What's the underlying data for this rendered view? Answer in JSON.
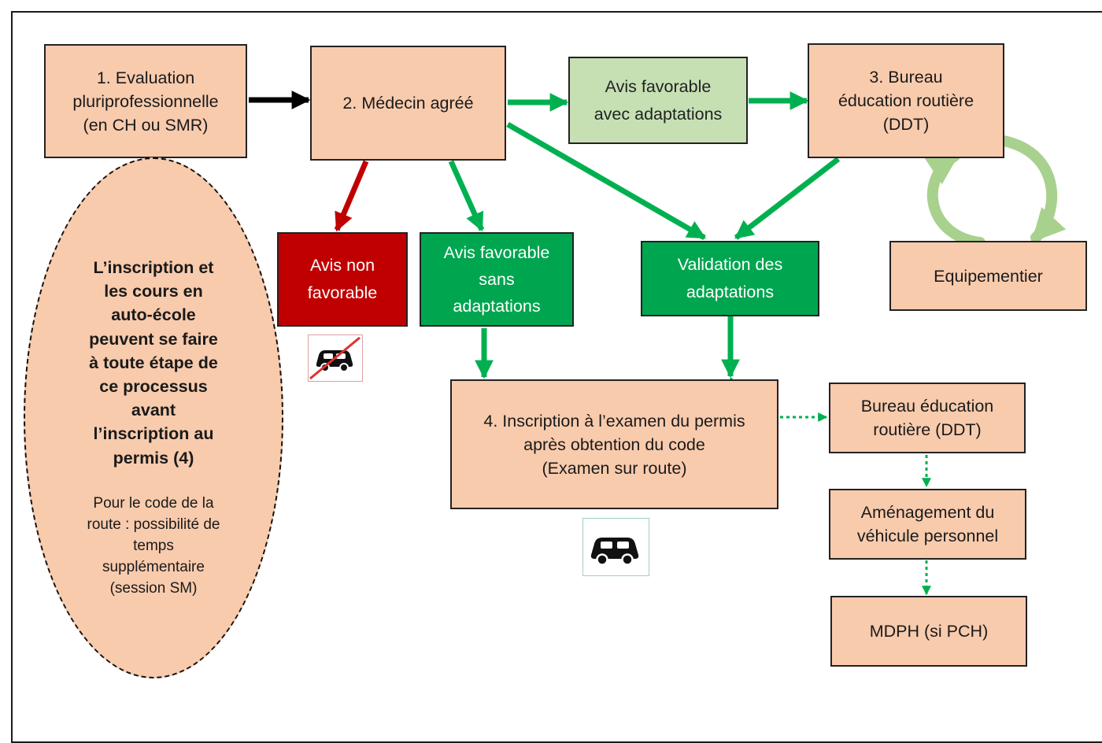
{
  "nodes": {
    "evaluation": "1. Evaluation\npluriprofessionnelle\n(en CH ou SMR)",
    "medecin": "2. Médecin agréé",
    "avis_avec": "Avis favorable\navec adaptations",
    "bureau3": "3. Bureau\néducation routière\n(DDT)",
    "equipementier": "Equipementier",
    "avis_non": "Avis non\nfavorable",
    "avis_sans": "Avis favorable\nsans\nadaptations",
    "validation": "Validation des\nadaptations",
    "inscription": "4. Inscription à l’examen du permis\naprès obtention du code\n(Examen sur route)",
    "bureau_ddt": "Bureau éducation\nroutière (DDT)",
    "amenagement": "Aménagement du\nvéhicule personnel",
    "mdph": "MDPH (si PCH)"
  },
  "note": {
    "main": "L’inscription et\nles cours en\nauto-école\npeuvent se faire\nà toute étape de\nce processus\navant\nl’inscription au\npermis (4)",
    "secondary": "Pour le code de la\nroute : possibilité de\ntemps\nsupplémentaire\n(session SM)"
  },
  "icons": {
    "not_allowed": "car-crossed-icon",
    "allowed": "car-icon",
    "cycle": "circular-arrows-icon"
  },
  "colors": {
    "peach": "#f8cbad",
    "light_green": "#c6e0b4",
    "green": "#00a550",
    "red": "#c00000",
    "arrow_green": "#00b050",
    "arrow_black": "#000000",
    "cycle_green": "#a9d18e"
  }
}
